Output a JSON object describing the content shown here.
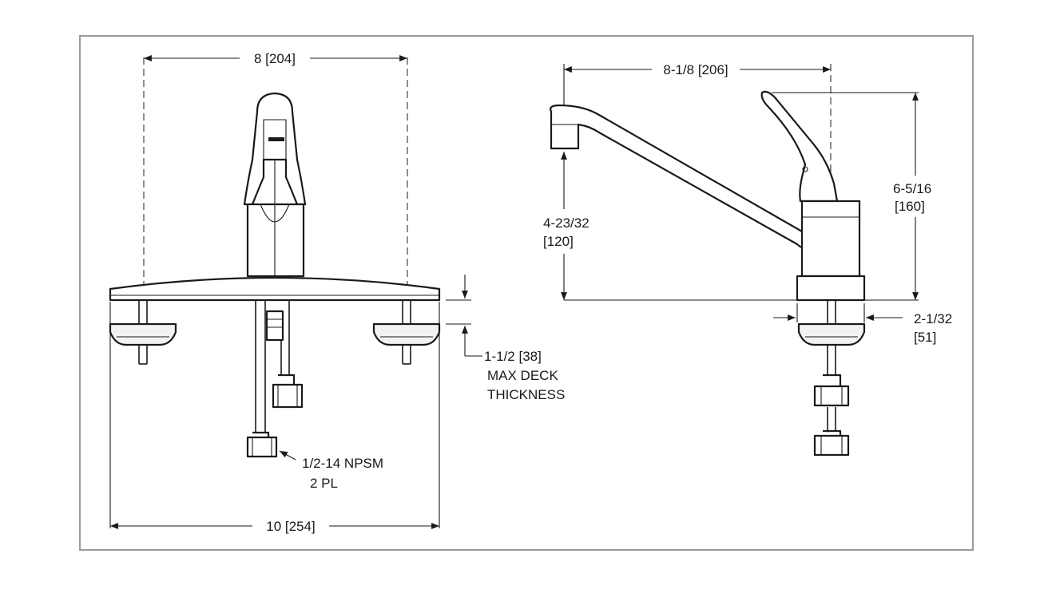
{
  "front_view": {
    "top_width": "8  [204]",
    "bottom_width": "10  [254]",
    "deck": {
      "line1": "1-1/2 [38]",
      "line2": "MAX  DECK",
      "line3": "THICKNESS"
    },
    "thread": {
      "line1": "1/2-14 NPSM",
      "line2": "2  PL"
    }
  },
  "side_view": {
    "reach": "8-1/8  [206]",
    "spout_height": {
      "line1": "4-23/32",
      "line2": "[120]"
    },
    "overall_height": {
      "line1": "6-5/16",
      "line2": "[160]"
    },
    "base_diameter": {
      "line1": "2-1/32",
      "line2": "[51]"
    }
  }
}
